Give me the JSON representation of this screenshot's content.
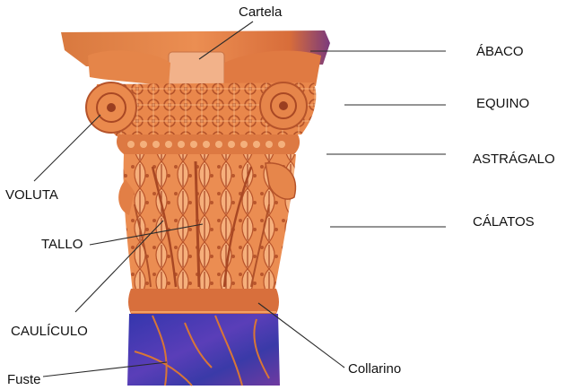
{
  "labels": {
    "cartela": "Cartela",
    "abaco": "ÁBACO",
    "equino": "EQUINO",
    "astragalo": "ASTRÁGALO",
    "calatos": "CÁLATOS",
    "voluta": "VOLUTA",
    "tallo": "TALLO",
    "cauliculo": "CAULÍCULO",
    "fuste": "Fuste",
    "collarino": "Collarino"
  },
  "colors": {
    "stone_orange": "#e9854a",
    "stone_light": "#f4a96f",
    "stone_dark": "#b8532a",
    "shaft_blue": "#3b3fb5",
    "shaft_purple": "#6a3aa8",
    "shaft_vein": "#e0782e"
  }
}
